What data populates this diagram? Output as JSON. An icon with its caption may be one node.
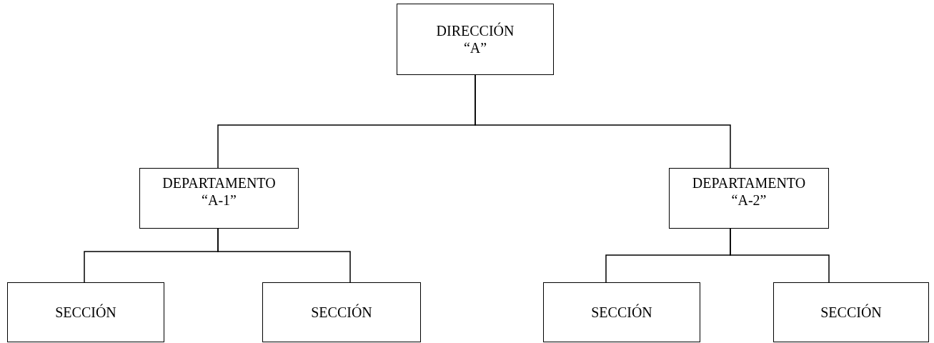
{
  "diagram": {
    "nodes": [
      {
        "text": [
          "DIRECCIÓN “A”"
        ]
      },
      {
        "text": [
          "DEPARTAMENTO “A-1”"
        ]
      },
      {
        "text": [
          "DEPARTAMENTO “A-2”"
        ]
      },
      {
        "text": [
          "SECCIÓN"
        ]
      },
      {
        "text": [
          "SECCIÓN"
        ]
      },
      {
        "text": [
          "SECCIÓN"
        ]
      },
      {
        "text": [
          "SECCIÓN"
        ]
      }
    ],
    "edges": [
      {
        "from": 0,
        "to": 1,
        "arrow": "none"
      },
      {
        "from": 0,
        "to": 2,
        "arrow": "none"
      },
      {
        "from": 1,
        "to": 3,
        "arrow": "none"
      },
      {
        "from": 1,
        "to": 4,
        "arrow": "none"
      },
      {
        "from": 2,
        "to": 5,
        "arrow": "none"
      },
      {
        "from": 2,
        "to": 6,
        "arrow": "none"
      }
    ]
  }
}
